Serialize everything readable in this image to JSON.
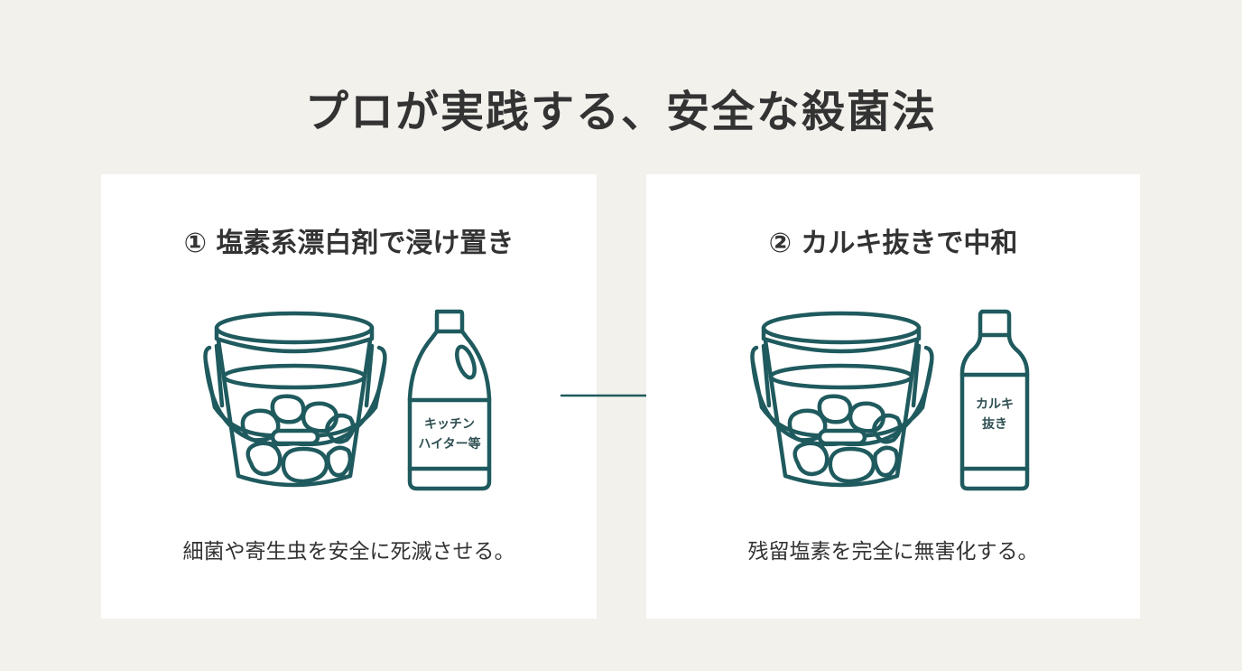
{
  "title": "プロが実践する、安全な殺菌法",
  "colors": {
    "background": "#f3f1ec",
    "card": "#ffffff",
    "stroke_teal": "#1f5a5e",
    "text": "#333333"
  },
  "steps": [
    {
      "number": "①",
      "heading": "① 塩素系漂白剤で浸け置き",
      "bottle_label_lines": [
        "キッチン",
        "ハイター等"
      ],
      "description": "細菌や寄生虫を安全に死滅させる。",
      "icons": [
        "bucket-with-stones-icon",
        "bleach-bottle-icon"
      ]
    },
    {
      "number": "②",
      "heading": "② カルキ抜きで中和",
      "bottle_label_lines": [
        "カルキ",
        "抜き"
      ],
      "description": "残留塩素を完全に無害化する。",
      "icons": [
        "bucket-with-stones-icon",
        "dechlorinator-bottle-icon"
      ]
    }
  ],
  "connector": "arrow-right-icon"
}
